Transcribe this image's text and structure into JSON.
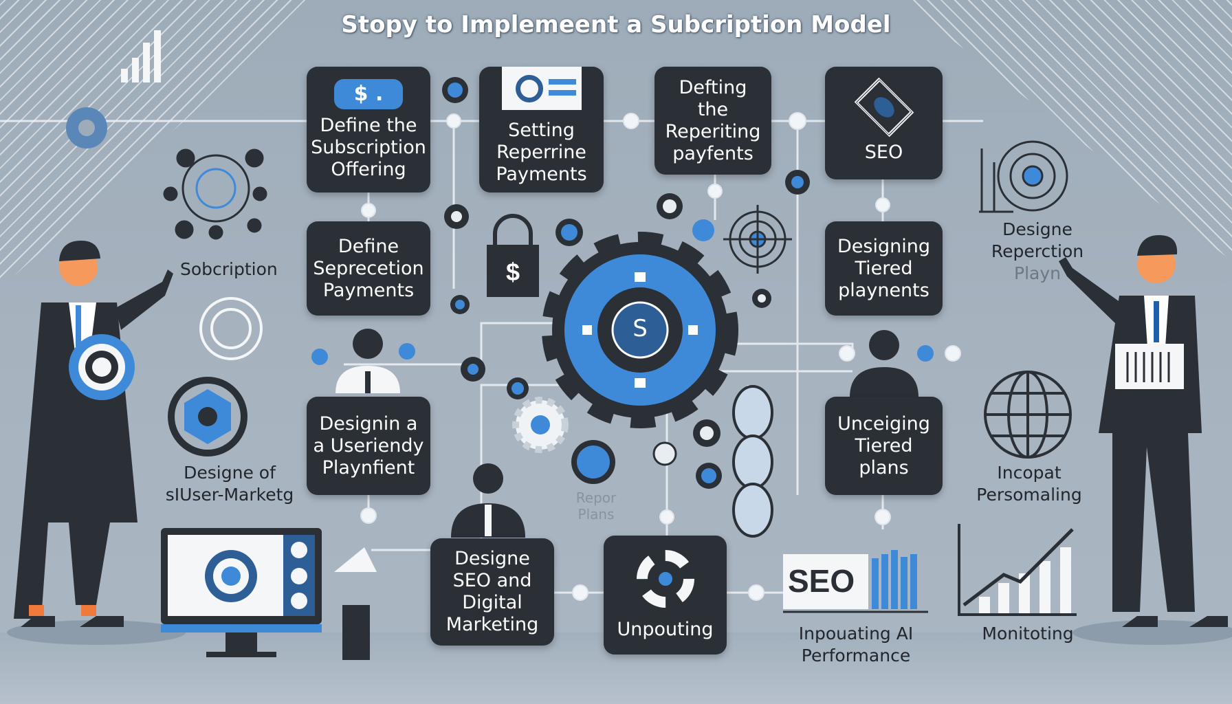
{
  "title": "Stopy to Implemeent a Subcription Model",
  "steps": [
    {
      "text": [
        "Define the",
        "Subscription",
        "Offering"
      ],
      "icon": "dollar-badge-icon"
    },
    {
      "text": [
        "Setting",
        "Reperrine",
        "Payments"
      ],
      "icon": "invoice-icon"
    },
    {
      "text": [
        "Defting",
        "the",
        "Reperiting",
        "payfents"
      ]
    },
    {
      "text": [
        "SEO"
      ],
      "icon": "stacked-dollar-icon"
    },
    {
      "text": [
        "Define",
        "Seprecetion",
        "Payments"
      ]
    },
    {
      "text": [
        "Designing",
        "Tiered",
        "playnents"
      ]
    },
    {
      "text": [
        "Designin a",
        "a Useriendy",
        "Playnfient"
      ]
    },
    {
      "text": [
        "Unceiging",
        "Tiered",
        "plans"
      ]
    },
    {
      "text": [
        "Designe",
        "SEO and",
        "Digital",
        "Marketing"
      ]
    },
    {
      "text": [
        "Unpouting"
      ],
      "icon": "gear-icon"
    }
  ],
  "labels": {
    "subscription": "Sobcription",
    "user_marketing": [
      "Designe of",
      "sIUser-Marketg"
    ],
    "reperction": [
      "Designe",
      "Reperction",
      "Playn"
    ],
    "personalizing": [
      "Incopat",
      "Persomaling"
    ],
    "monitoring": "Monitoting",
    "ai_performance": [
      "Inpouating AI",
      "Performance"
    ],
    "reporting_faded": [
      "Repor",
      "Plans"
    ]
  },
  "seo_badge": "SEO",
  "center_gear_symbol": "S",
  "colors": {
    "accent": "#3f8ad8",
    "box": "#2b2f36",
    "background": "#9eacb9",
    "text_dark": "#22262c"
  }
}
